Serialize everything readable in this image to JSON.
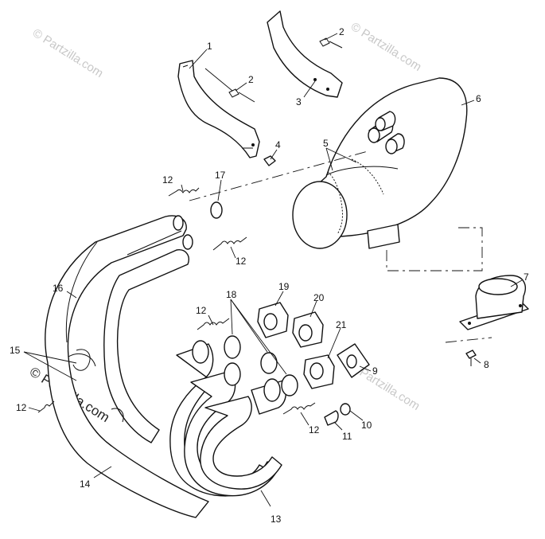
{
  "watermark": {
    "top_left": "© Partzilla.com",
    "top_right": "© Partzilla.com",
    "bottom_left": "© Partzilla.com",
    "bottom_right": "© Partzilla.com"
  },
  "callouts": [
    {
      "id": "c1",
      "text": "1"
    },
    {
      "id": "c2a",
      "text": "2"
    },
    {
      "id": "c2b",
      "text": "2"
    },
    {
      "id": "c3",
      "text": "3"
    },
    {
      "id": "c4",
      "text": "4"
    },
    {
      "id": "c5",
      "text": "5"
    },
    {
      "id": "c6",
      "text": "6"
    },
    {
      "id": "c7",
      "text": "7"
    },
    {
      "id": "c8",
      "text": "8"
    },
    {
      "id": "c9",
      "text": "9"
    },
    {
      "id": "c10",
      "text": "10"
    },
    {
      "id": "c11",
      "text": "11"
    },
    {
      "id": "c12a",
      "text": "12"
    },
    {
      "id": "c12b",
      "text": "12"
    },
    {
      "id": "c12c",
      "text": "12"
    },
    {
      "id": "c12d",
      "text": "12"
    },
    {
      "id": "c12e",
      "text": "12"
    },
    {
      "id": "c13",
      "text": "13"
    },
    {
      "id": "c14",
      "text": "14"
    },
    {
      "id": "c15",
      "text": "15"
    },
    {
      "id": "c16",
      "text": "16"
    },
    {
      "id": "c17",
      "text": "17"
    },
    {
      "id": "c18",
      "text": "18"
    },
    {
      "id": "c19",
      "text": "19"
    },
    {
      "id": "c20",
      "text": "20"
    },
    {
      "id": "c21",
      "text": "21"
    }
  ]
}
